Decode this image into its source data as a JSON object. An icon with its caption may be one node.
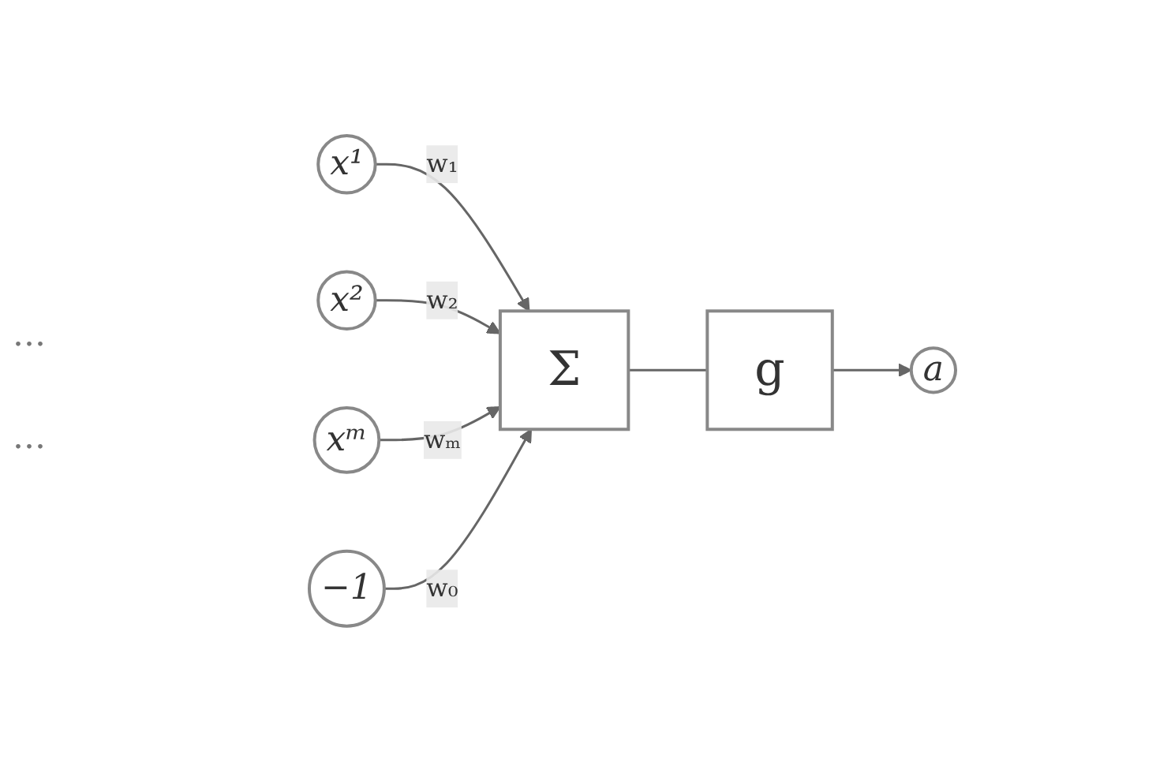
{
  "diagram": {
    "nodes": [
      {
        "text": [
          "x¹"
        ]
      },
      {
        "text": [
          "x²"
        ]
      },
      {
        "text": [
          "xᵐ"
        ]
      },
      {
        "text": [
          "Σ"
        ]
      },
      {
        "text": [
          "g"
        ]
      },
      {
        "text": [
          "a"
        ]
      },
      {
        "text": [
          "−1"
        ]
      }
    ],
    "edges": [
      {
        "from": 0,
        "to": 3,
        "arrow": "to",
        "label": "w₁"
      },
      {
        "from": 1,
        "to": 3,
        "arrow": "to",
        "label": "w₂"
      },
      {
        "from": 2,
        "to": 3,
        "arrow": "to",
        "label": "wₘ"
      },
      {
        "from": 6,
        "to": 3,
        "arrow": "to",
        "label": "w₀"
      },
      {
        "from": 3,
        "to": 4,
        "arrow": "none"
      },
      {
        "from": 4,
        "to": 5,
        "arrow": "to"
      }
    ],
    "labels": [
      "...",
      "..."
    ]
  }
}
